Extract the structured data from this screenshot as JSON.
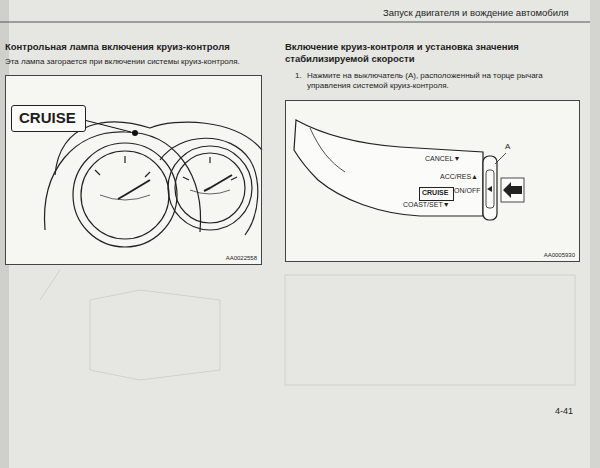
{
  "diagram": {
    "title": "Запуск двигателя и вождение автомобиля",
    "nodes": [
      {
        "text": [
          "AA0022558"
        ]
      },
      {
        "text": [
          "CRUISE"
        ],
        "in": 0
      },
      {
        "text": [
          "AA0005930"
        ]
      },
      {
        "text": [
          "CRUISE"
        ],
        "in": 2
      }
    ],
    "labels": [
      "Контрольная лампа включения круиз-контроля",
      "Эта лампа загорается при включении системы круиз-контроля.",
      "Включение круиз-контроля и установка значения стабилизируемой скорости",
      "1.",
      "Нажмите на выключатель (A), расположенный на торце рычага управления системой круиз-контроля.",
      "CANCEL▼",
      "ACC/RES▲",
      "ON/OFF",
      "COAST/SET▼",
      "A",
      "4-41"
    ]
  }
}
